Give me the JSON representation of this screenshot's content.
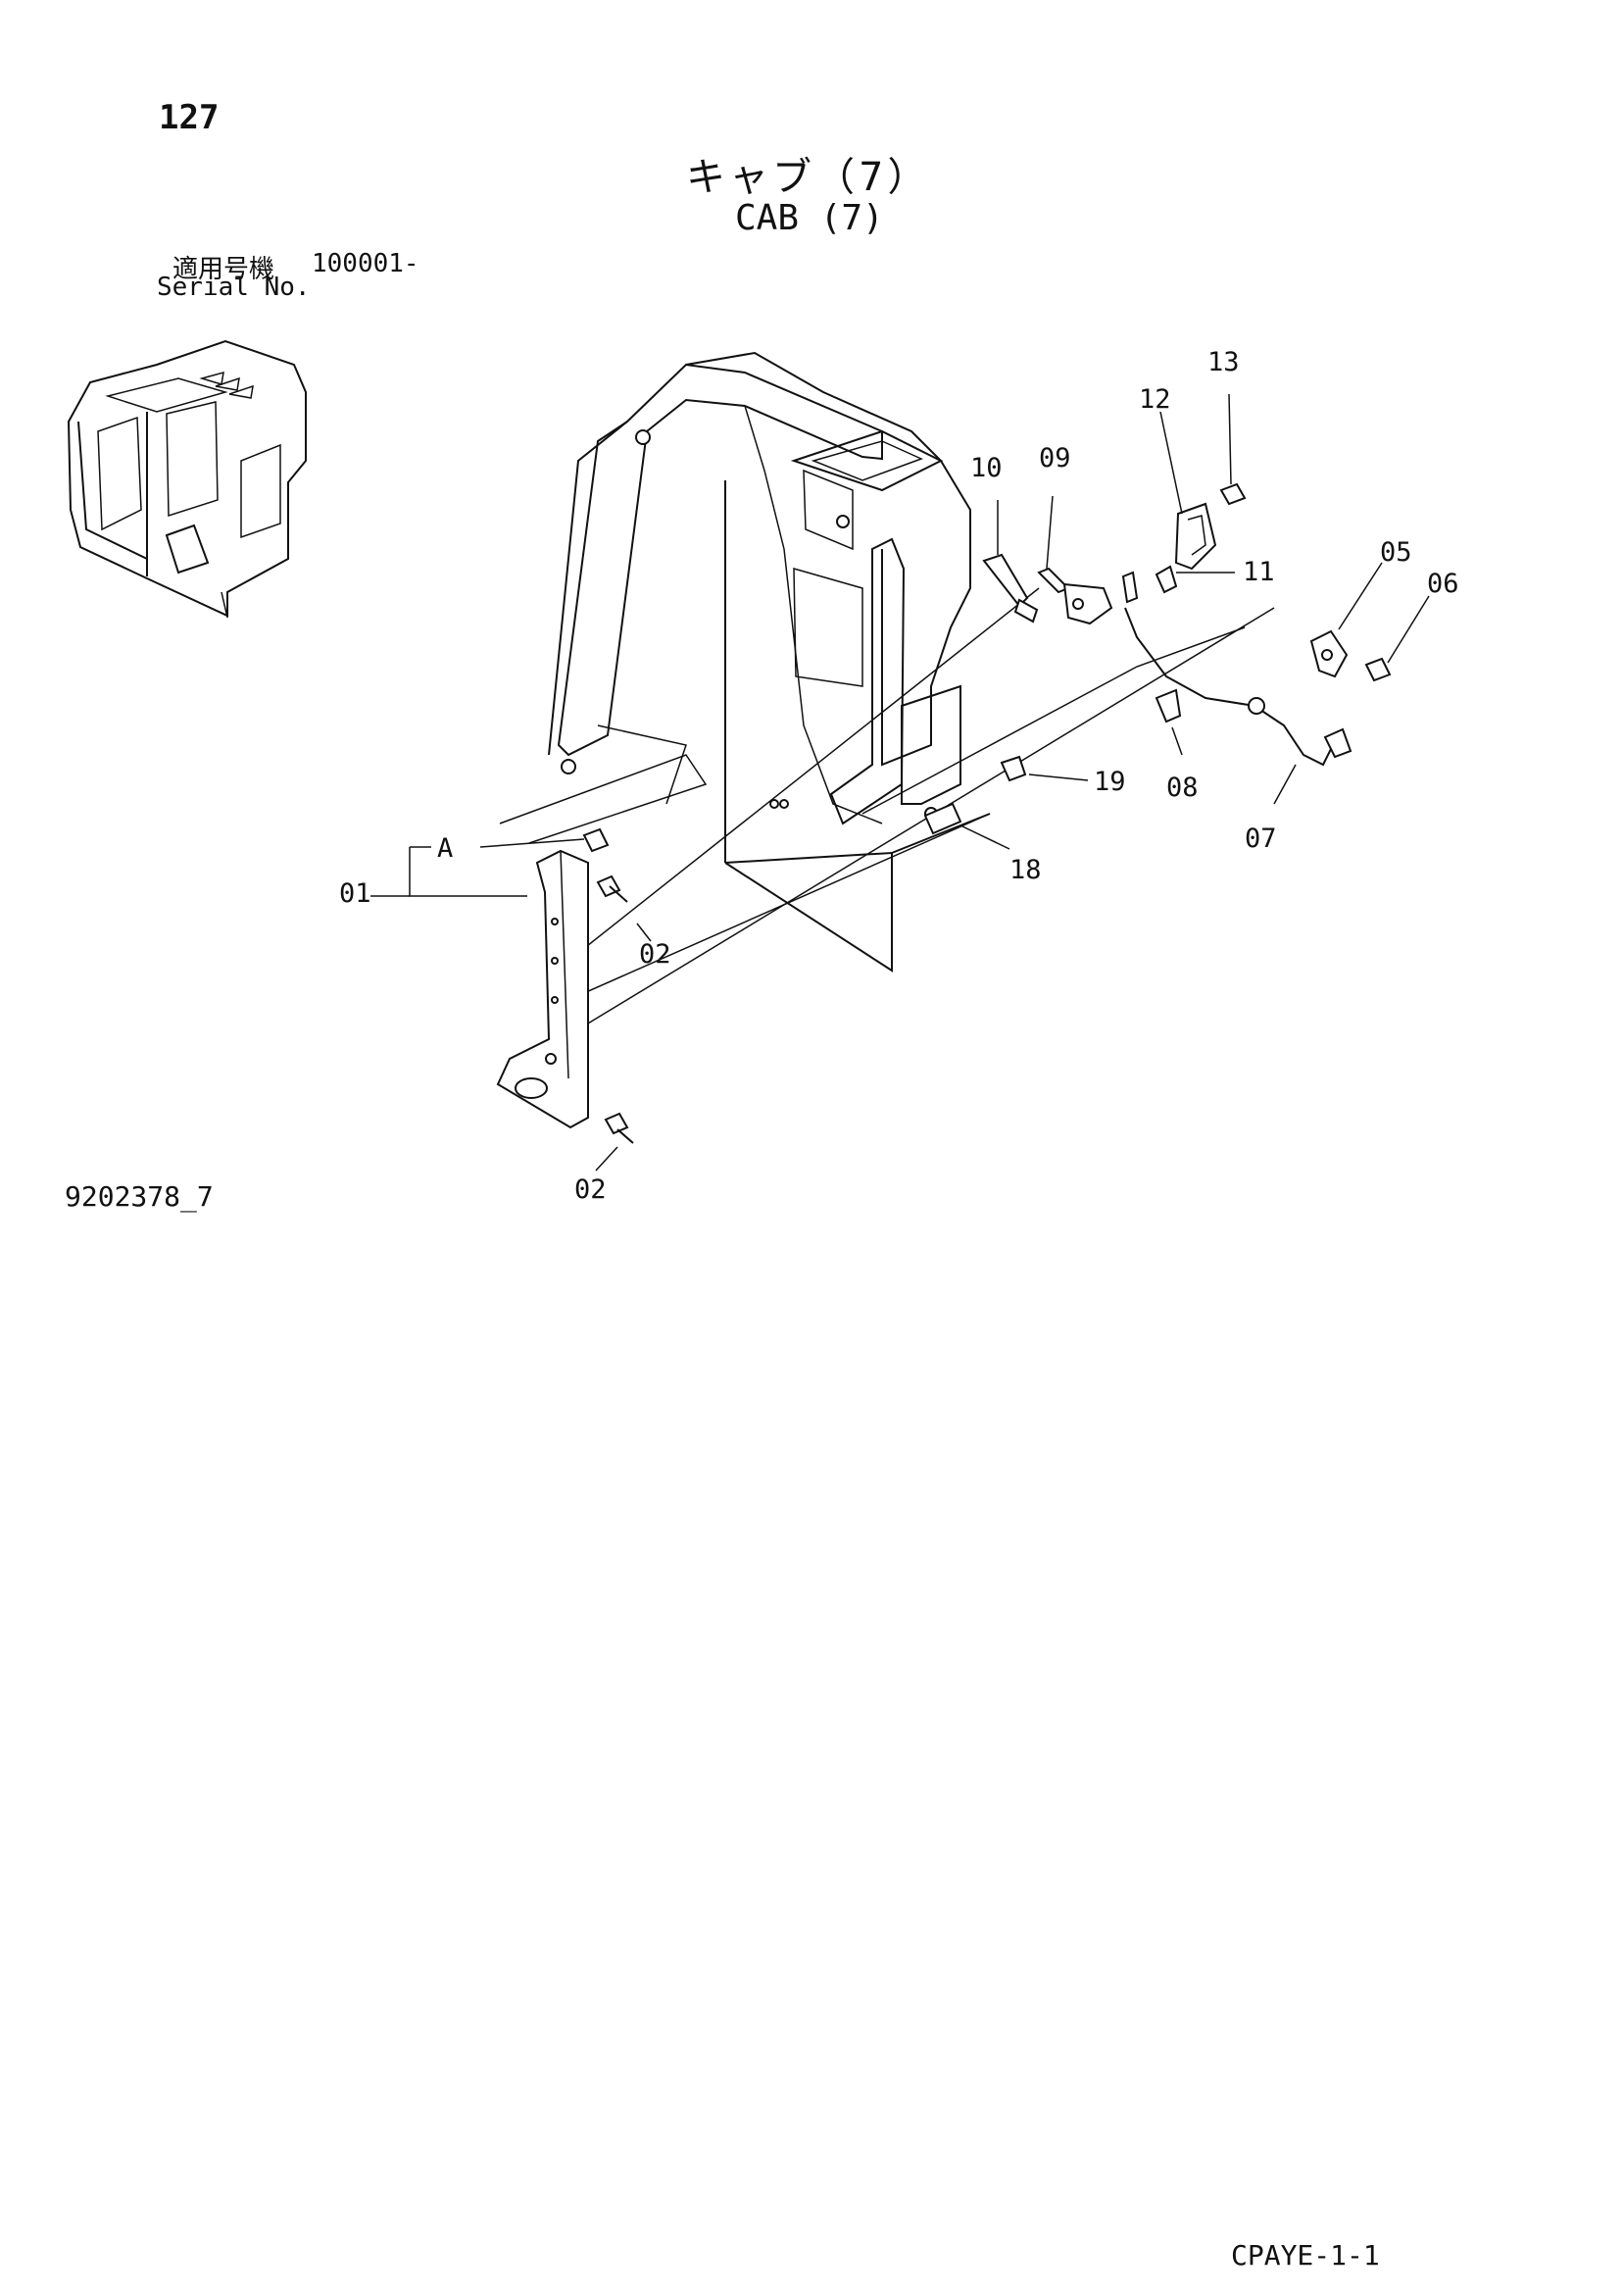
{
  "header": {
    "page_number": "127",
    "title_jp": "キャブ（7）",
    "title_en": "CAB (7)",
    "serial_label_jp": "適用号機",
    "serial_value": "100001-",
    "serial_label_en": "Serial No."
  },
  "callouts": {
    "c01": "01",
    "c02a": "02",
    "c02b": "02",
    "c05": "05",
    "c06": "06",
    "c07": "07",
    "c08": "08",
    "c09": "09",
    "c10": "10",
    "c11": "11",
    "c12": "12",
    "c13": "13",
    "c18": "18",
    "c19": "19",
    "cA": "A"
  },
  "footer": {
    "figure_code": "9202378_7",
    "doc_code": "CPAYE-1-1"
  }
}
